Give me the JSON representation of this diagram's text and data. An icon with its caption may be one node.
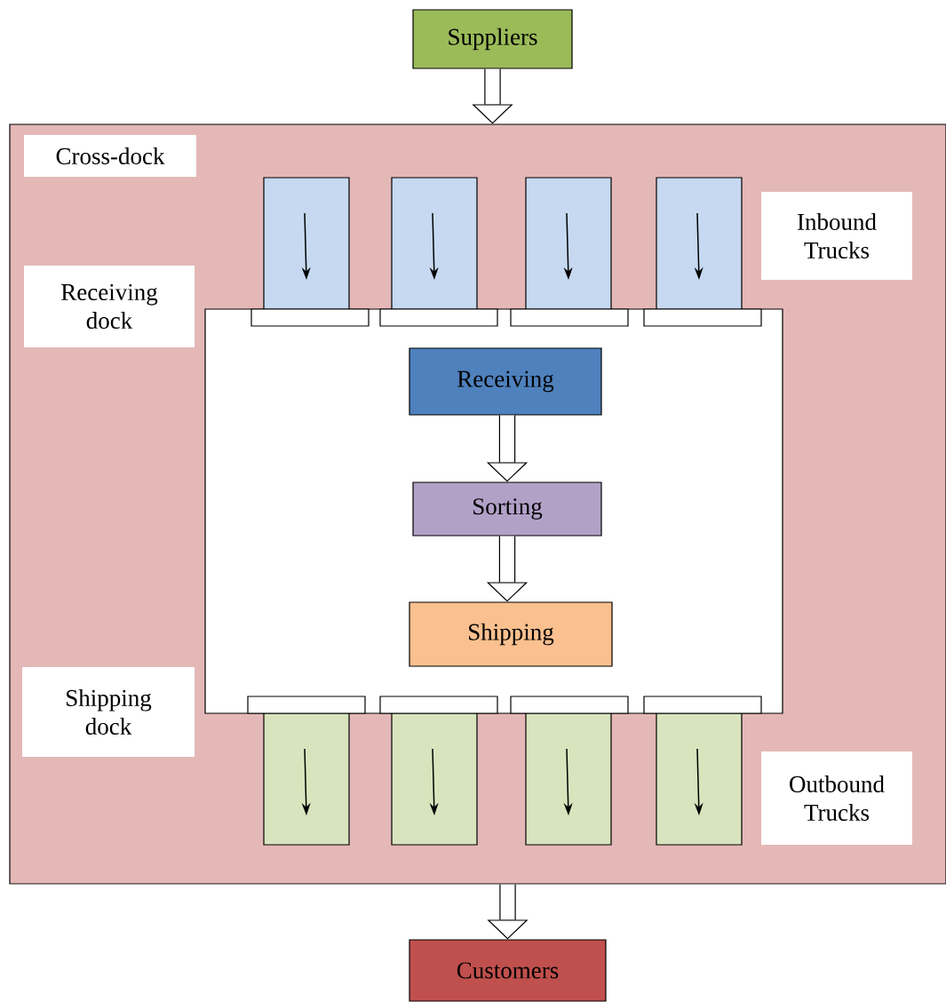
{
  "diagram": {
    "nodes": [
      {
        "text": [
          "Cross-dock"
        ]
      },
      {
        "text": [
          "Suppliers"
        ]
      },
      {
        "text": [
          "Customers"
        ]
      },
      {
        "text": [],
        "shape": "box",
        "in": 0
      },
      {
        "text": [
          "Receiving"
        ],
        "in": 3
      },
      {
        "text": [
          "Sorting"
        ],
        "in": 3
      },
      {
        "text": [
          "Shipping"
        ],
        "in": 3
      },
      {
        "text": [],
        "shape": "box",
        "in": 0
      },
      {
        "text": [],
        "shape": "box",
        "in": 0
      },
      {
        "text": [],
        "shape": "box",
        "in": 0
      },
      {
        "text": [],
        "shape": "box",
        "in": 0
      },
      {
        "text": [],
        "shape": "box",
        "in": 0
      },
      {
        "text": [],
        "shape": "box",
        "in": 0
      },
      {
        "text": [],
        "shape": "box",
        "in": 0
      },
      {
        "text": [],
        "shape": "box",
        "in": 0
      },
      {
        "text": [
          "Inbound Trucks"
        ],
        "in": 0
      },
      {
        "text": [
          "Receiving dock"
        ],
        "in": 0
      },
      {
        "text": [
          "Shipping dock"
        ],
        "in": 0
      },
      {
        "text": [
          "Outbound Trucks"
        ],
        "in": 0
      },
      {
        "text": [],
        "shape": "box",
        "in": 3
      },
      {
        "text": [],
        "shape": "box",
        "in": 3
      },
      {
        "text": [],
        "shape": "box",
        "in": 3
      },
      {
        "text": [],
        "shape": "box",
        "in": 3
      },
      {
        "text": [],
        "shape": "box",
        "in": 3
      },
      {
        "text": [],
        "shape": "box",
        "in": 3
      },
      {
        "text": [],
        "shape": "box",
        "in": 3
      },
      {
        "text": [],
        "shape": "box",
        "in": 3
      }
    ],
    "edges": [
      {
        "from": 1,
        "to": 0,
        "arrow": "to"
      },
      {
        "from": 4,
        "to": 5,
        "arrow": "to"
      },
      {
        "from": 5,
        "to": 6,
        "arrow": "to"
      },
      {
        "from": 0,
        "to": 2,
        "arrow": "to"
      }
    ]
  }
}
